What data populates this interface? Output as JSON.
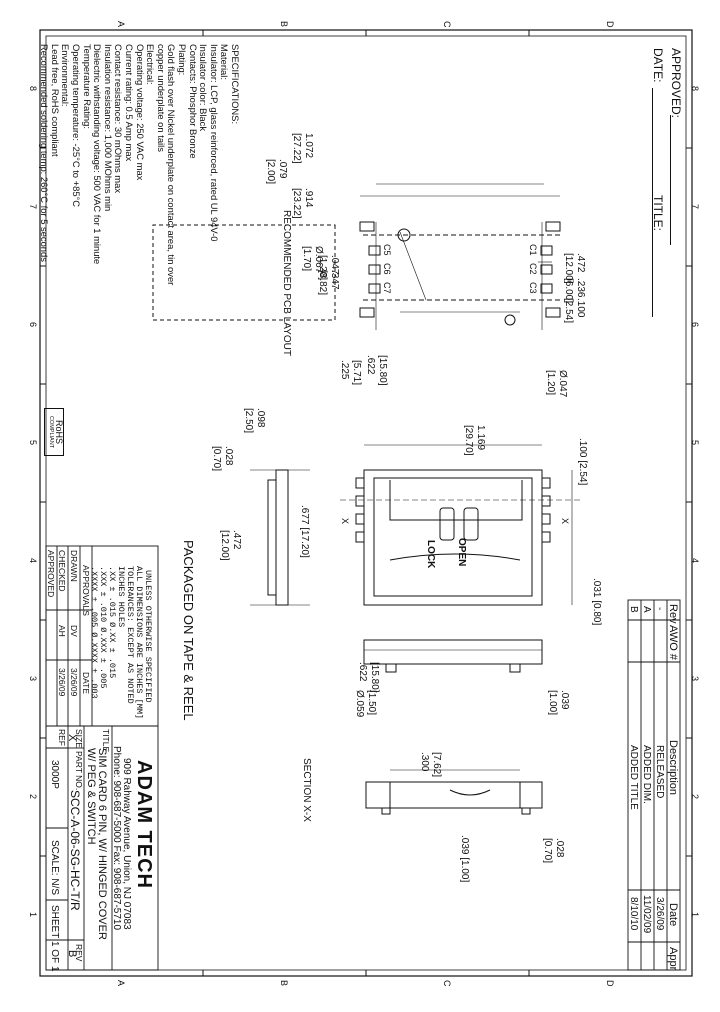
{
  "frame": {
    "zone_cols": [
      "8",
      "7",
      "6",
      "5",
      "4",
      "3",
      "2",
      "1"
    ],
    "zone_rows": [
      "D",
      "C",
      "B",
      "A"
    ]
  },
  "approval": {
    "approved_label": "APPROVED:",
    "date_label": "DATE:",
    "title_label": "TITLE:"
  },
  "revisions": {
    "headers": {
      "rev": "Rev",
      "awo": "AWO #",
      "description": "Description",
      "date": "Date",
      "appr": "Appr"
    },
    "rows": [
      {
        "rev": "-",
        "awo": "",
        "description": "RELEASED",
        "date": "3/26/09",
        "appr": ""
      },
      {
        "rev": "A",
        "awo": "",
        "description": "ADDED DIM.",
        "date": "11/02/09",
        "appr": ""
      },
      {
        "rev": "B",
        "awo": "",
        "description": "ADDED TITLE",
        "date": "8/10/10",
        "appr": ""
      }
    ]
  },
  "notes": {
    "lines": [
      "SPECIFICATIONS:",
      "Material:",
      "Insulator: LCP, glass reinforced, rated UL 94V-0",
      "Insulator color: Black",
      "Contacts: Phosphor Bronze",
      "Plating:",
      "Gold flash over Nickel underplate on contact area, tin over",
      "copper underplate on tails",
      "Electrical:",
      "Operating voltage: 250 VAC max",
      "Current rating: 0.5 Amp max",
      "Contact resistance: 30 mOhms max",
      "Insulation resistance: 1,000 MOhms min",
      "Dielectric withstanding voltage: 500 VAC for 1 minute",
      "Temperature Rating:",
      "Operating temperature: -25°C to +85°C",
      "Environmental:",
      "Lead free, RoHS compliant",
      "Recommended soldering temp: 260°C for 5 seconds"
    ]
  },
  "rohs": {
    "line1": "RoHS",
    "line2": "COMPLIANT"
  },
  "pcb": {
    "caption": "RECOMMENDED PCB LAYOUT",
    "labels": {
      "c1": "C1",
      "c2": "C2",
      "c3": "C3",
      "c5": "C5",
      "c6": "C6",
      "c7": "C7",
      "d_472": ".472",
      "d_1200": "[12.00]",
      "d_236": ".236",
      "d_600": "[6.00]",
      "d_100": ".100",
      "d_254": "[2.54]",
      "d_1072": "1.072",
      "d_2722": "[27.22]",
      "d_914": ".914",
      "d_2322": "[23.22]",
      "d_079": ".079",
      "d_200": "[2.00]",
      "d_067": "Ø.067",
      "d_170": "[1.70]",
      "d_047": ".047",
      "d_120": "[1.20]",
      "d_347": ".347",
      "d_882": "[8.82]",
      "d_622": ".622",
      "d_1580": "[15.80]",
      "d_225": ".225",
      "d_571": "[5.71]",
      "d_047b": "Ø.047",
      "d_120b": "[1.20]"
    }
  },
  "main_view": {
    "labels": {
      "d_1169": "1.169",
      "d_2970": "[29.70]",
      "d_100": ".100 [2.54]",
      "d_677": ".677 [17.20]",
      "d_031": ".031 [0.80]",
      "x1": "X",
      "x2": "X",
      "open": "OPEN",
      "lock": "LOCK"
    }
  },
  "side_view": {
    "labels": {
      "d_098": ".098",
      "d_250": "[2.50]",
      "d_028": ".028",
      "d_070": "[0.70]",
      "d_472": ".472",
      "d_1200": "[12.00]"
    }
  },
  "packaging": {
    "note": "PACKAGED ON TAPE & REEL"
  },
  "end_view": {
    "labels": {
      "d_622": ".622",
      "d_1580": "[15.80]",
      "d_059": "Ø.059",
      "d_150": "[1.50]",
      "d_039": ".039",
      "d_100": "[1.00]"
    }
  },
  "section": {
    "title": "SECTION X-X",
    "labels": {
      "d_300": ".300",
      "d_762": "[7.62]",
      "d_028": ".028",
      "d_070": "[0.70]",
      "d_039": ".039 [1.00]"
    }
  },
  "tolerances": {
    "lines": [
      "UNLESS OTHERWISE SPECIFIED",
      "ALL DIMENSIONS ARE INCHES [MM]",
      "TOLERANCES: EXCEPT AS NOTED",
      "INCHES          HOLES",
      ".XX   ± .015    Ø.XX   ± .015",
      ".XXX  ± .010    Ø.XXX  ± .005",
      ".XXXX ± .005    Ø.XXXX ± .003"
    ],
    "approvals_header": "APPROVALS",
    "date_header": "DATE",
    "rows": [
      {
        "role": "DRAWN",
        "initials": "DV",
        "date": "3/26/09"
      },
      {
        "role": "CHECKED",
        "initials": "AH",
        "date": "3/26/09"
      },
      {
        "role": "APPROVED",
        "initials": "",
        "date": ""
      }
    ]
  },
  "title_block": {
    "company": "ADAM TECH",
    "address": "909 Rahway Avenue, Union, NJ 07083",
    "phone": "Phone: 908-687-5000  Fax: 908-687-5710",
    "title_label": "TITLE",
    "title_line1": "SIM CARD 6 PIN, W/ HINGED COVER",
    "title_line2": "W/ PEG & SWITCH",
    "size_label": "SIZE",
    "size": "X",
    "part_no_label": "PART NO.",
    "part_no": "SCC-A-06-SG-HC-T/R",
    "rev_label": "REV",
    "rev": "B",
    "ref_label": "REF",
    "ref": "3000P",
    "scale": "SCALE: N/S",
    "sheet": "SHEET 1 OF 1"
  }
}
